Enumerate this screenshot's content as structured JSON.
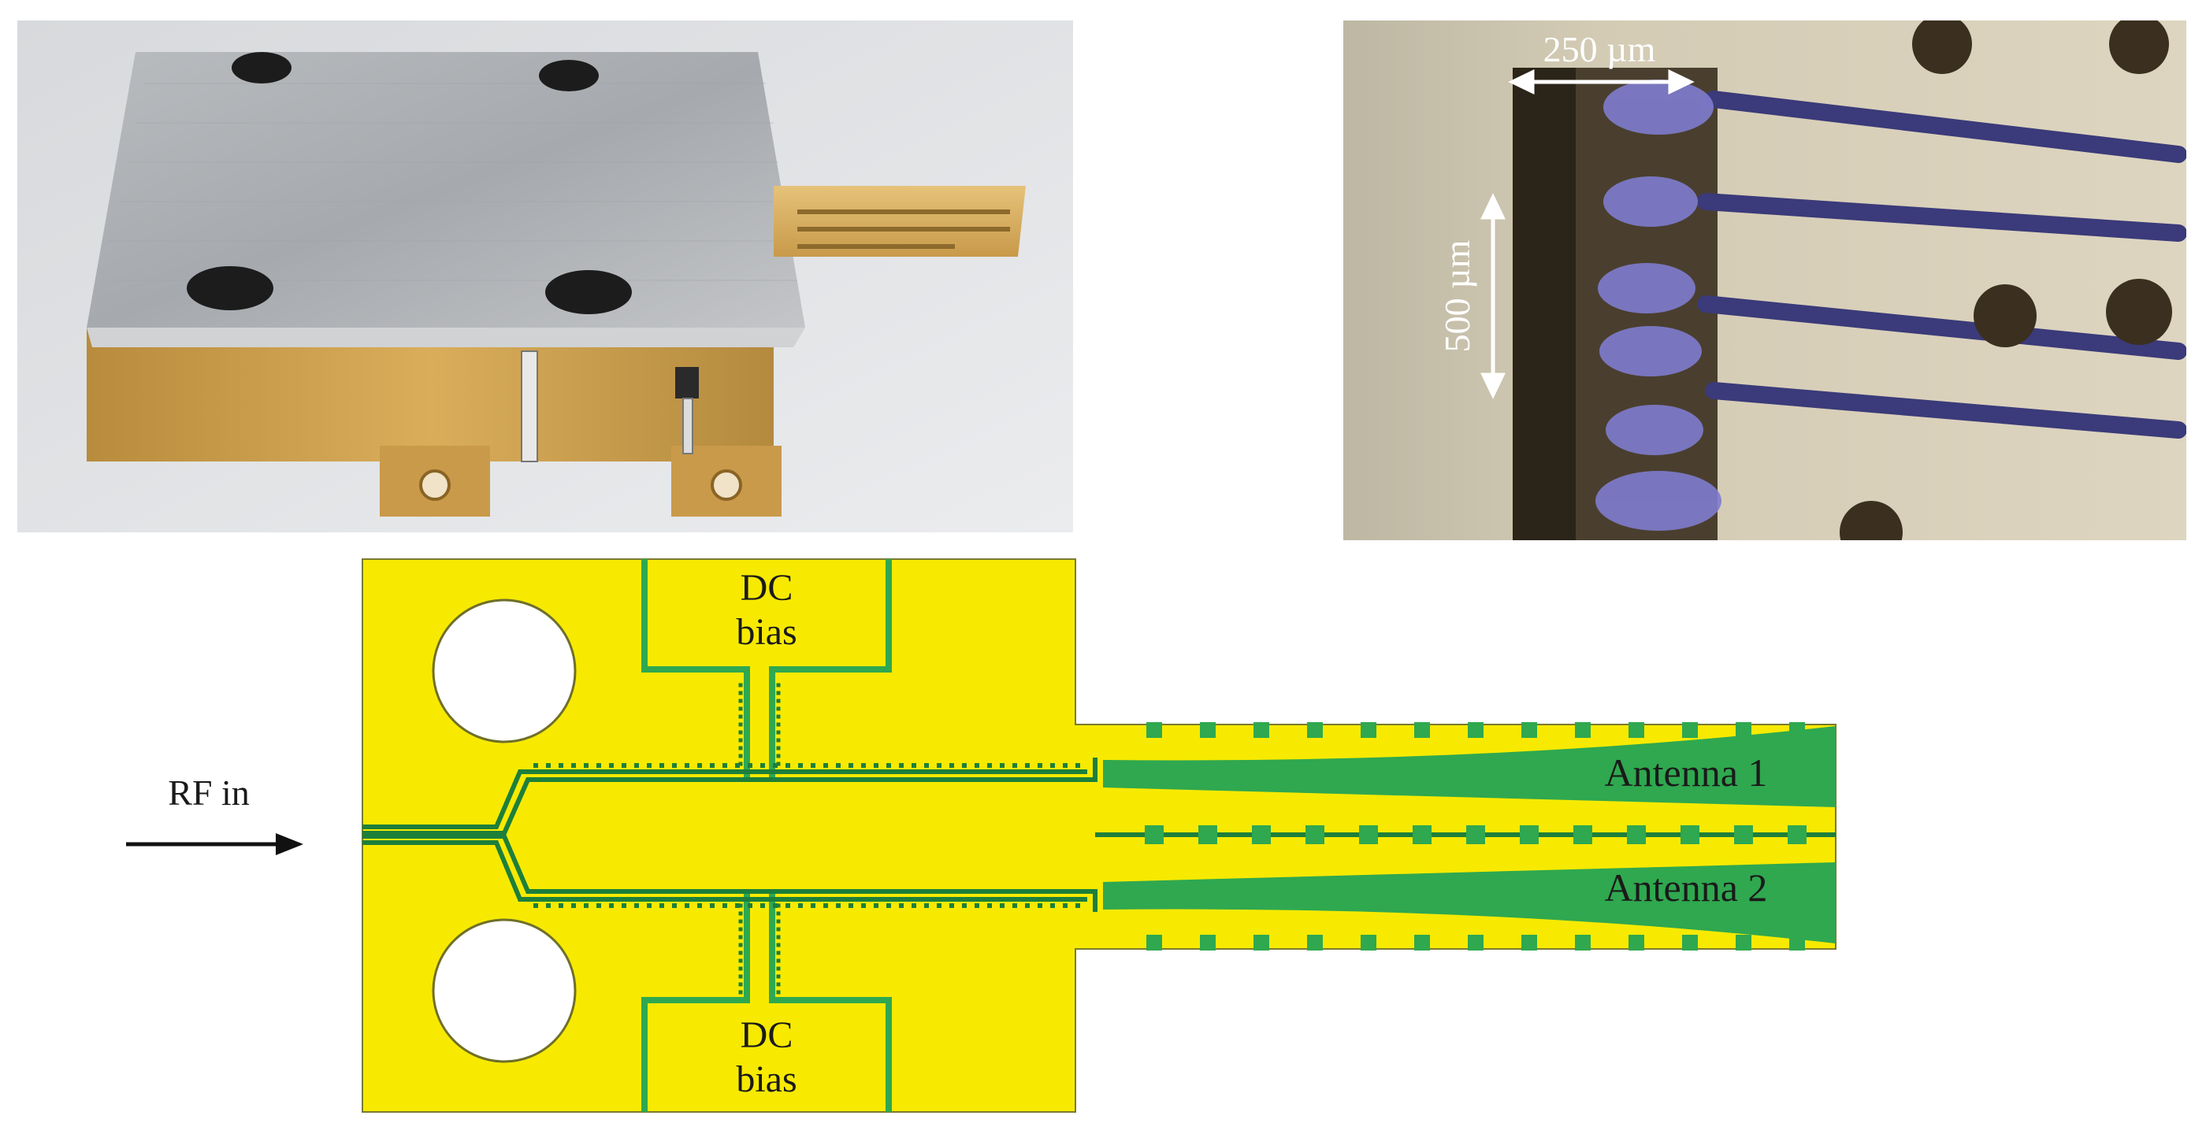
{
  "diagram": {
    "labels": {
      "dc_bias_top_line1": "DC",
      "dc_bias_top_line2": "bias",
      "dc_bias_bottom_line1": "DC",
      "dc_bias_bottom_line2": "bias",
      "rf_in": "RF in",
      "antenna_1": "Antenna 1",
      "antenna_2": "Antenna 2"
    },
    "colors": {
      "substrate": "#f7ea00",
      "metal": "#2fa84f",
      "metal_dark": "#1d7f3a"
    }
  },
  "micrograph": {
    "scale_horizontal": "250 µm",
    "scale_vertical": "500 µm"
  }
}
